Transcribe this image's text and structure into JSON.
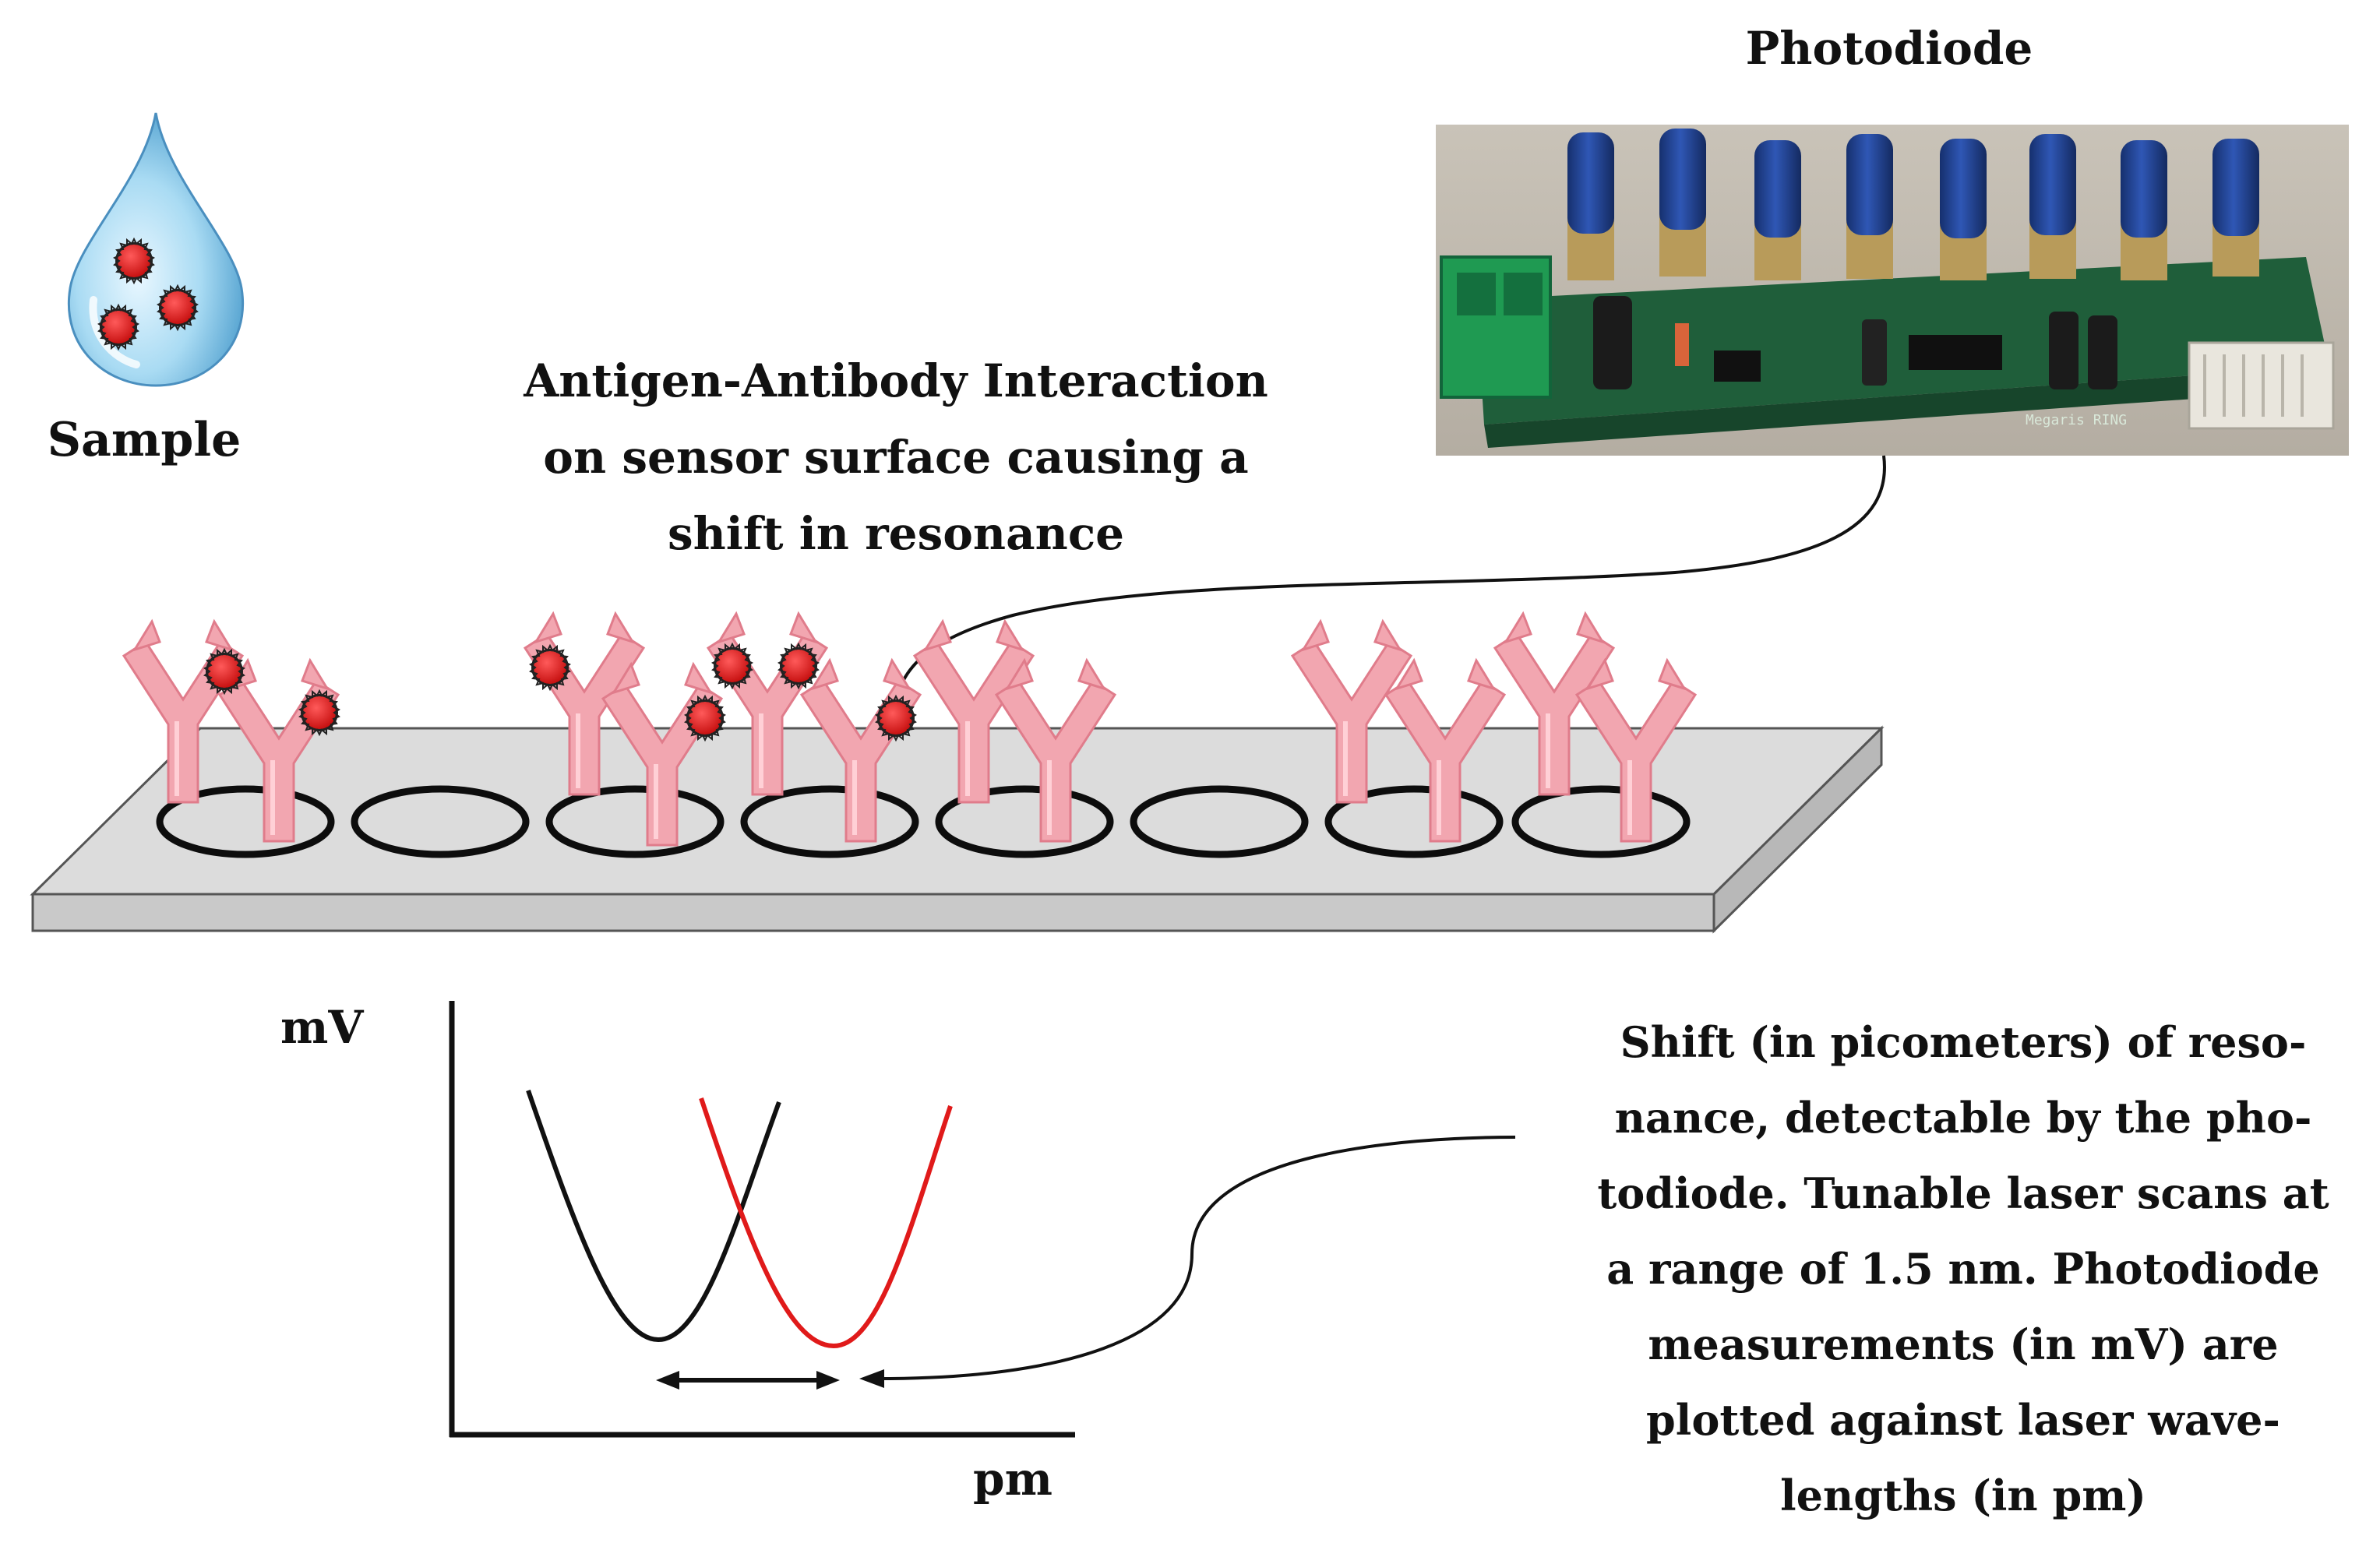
{
  "labels": {
    "photodiode": "Photodiode",
    "sample": "Sample",
    "interaction_lines": [
      "Antigen-Antibody Interaction",
      "on sensor surface causing a",
      "shift in resonance"
    ],
    "y_axis": "mV",
    "x_axis": "pm",
    "shift_lines": [
      "Shift (in picometers) of reso-",
      "nance, detectable by the pho-",
      "todiode. Tunable laser scans at",
      "a range of 1.5 nm. Photodiode",
      "measurements (in mV) are",
      "plotted against laser wave-",
      "lengths (in pm)"
    ]
  },
  "photo_board_text": "Megaris RING",
  "colors": {
    "antibody": "#f2a6b0",
    "antigen": "#d91414",
    "chip_top": "#dcdcdc",
    "chip_side": "#c4c4c4",
    "curve_before": "#111111",
    "curve_after": "#e01a1a",
    "drop": "#9fd3ee",
    "cap": "#1d3f8f",
    "pcb": "#1f5e3a",
    "connector": "#1f9a52"
  },
  "icons": [
    "droplet-icon",
    "antibody-y-icon",
    "antigen-dot-icon",
    "ring-resonator-icon",
    "photodiode-board-photo"
  ],
  "sensor": {
    "ring_count": 8,
    "bound_rings": [
      1,
      3,
      4,
      5,
      7,
      8
    ]
  }
}
